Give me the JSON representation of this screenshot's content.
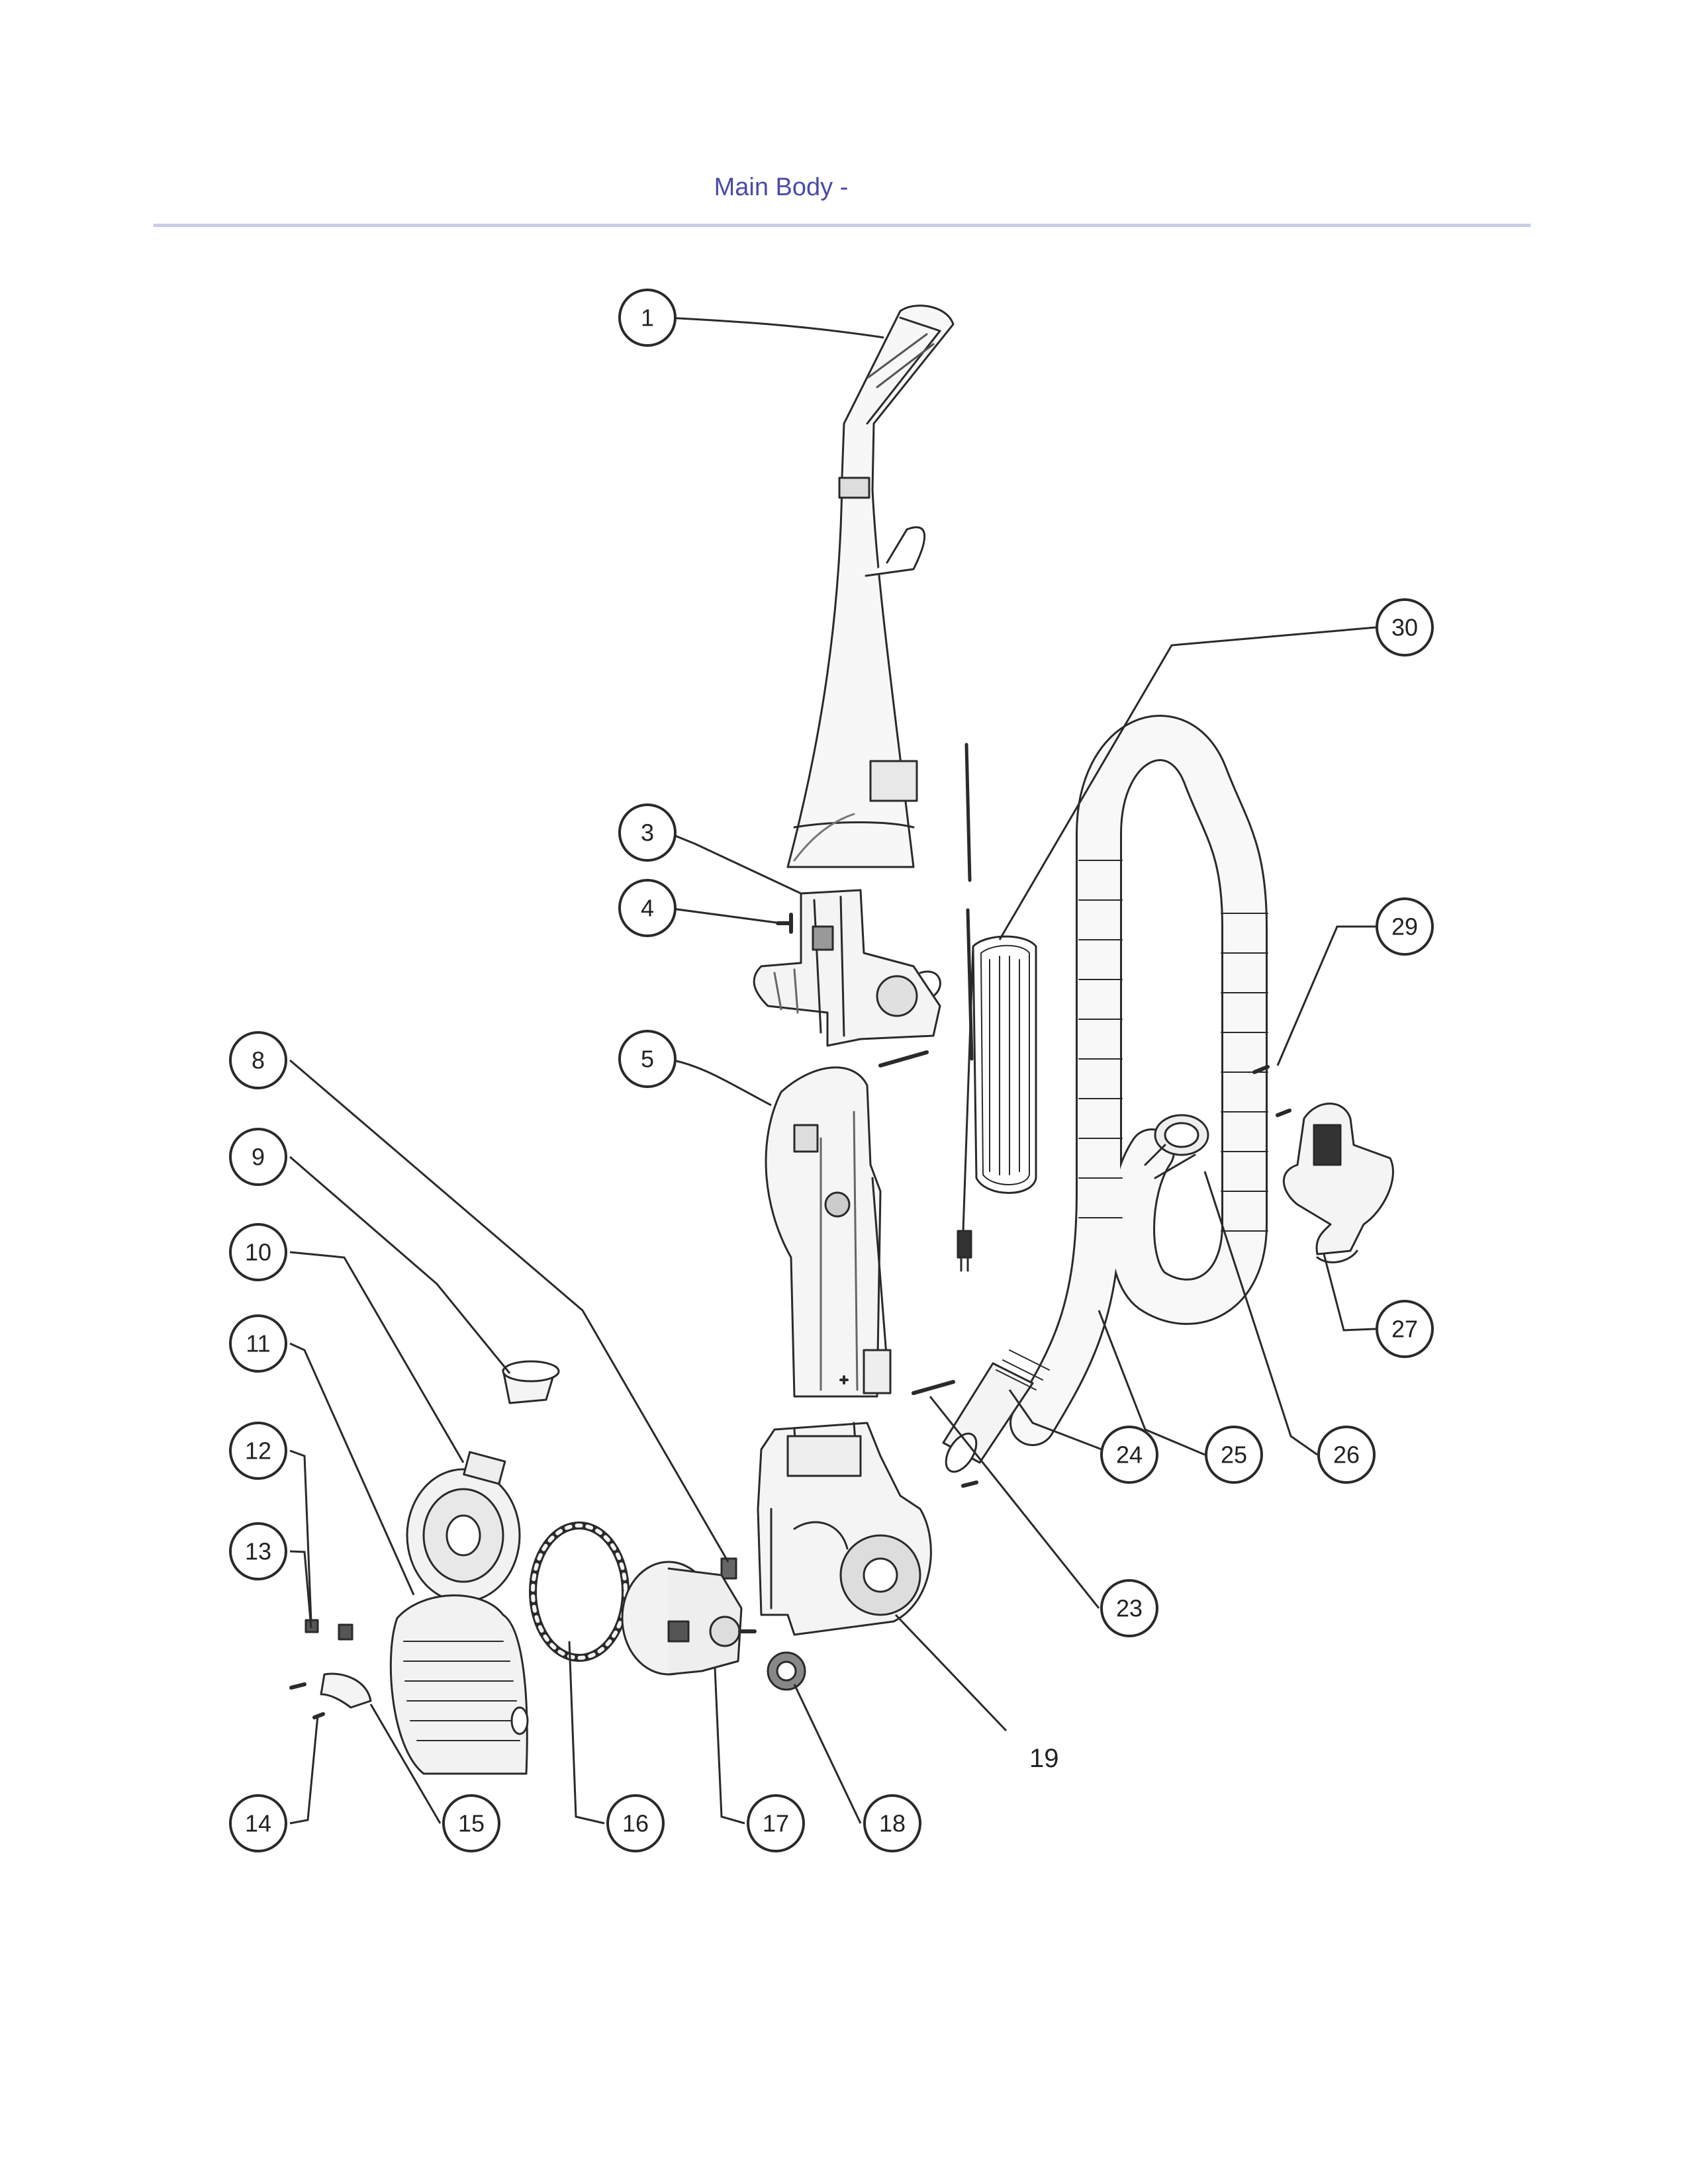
{
  "header": {
    "title": "Main Body -"
  },
  "callouts": [
    "1",
    "3",
    "4",
    "5",
    "8",
    "9",
    "10",
    "11",
    "12",
    "13",
    "14",
    "15",
    "16",
    "17",
    "18",
    "23",
    "24",
    "25",
    "26",
    "27",
    "29",
    "30"
  ],
  "plain_labels": [
    "19"
  ]
}
